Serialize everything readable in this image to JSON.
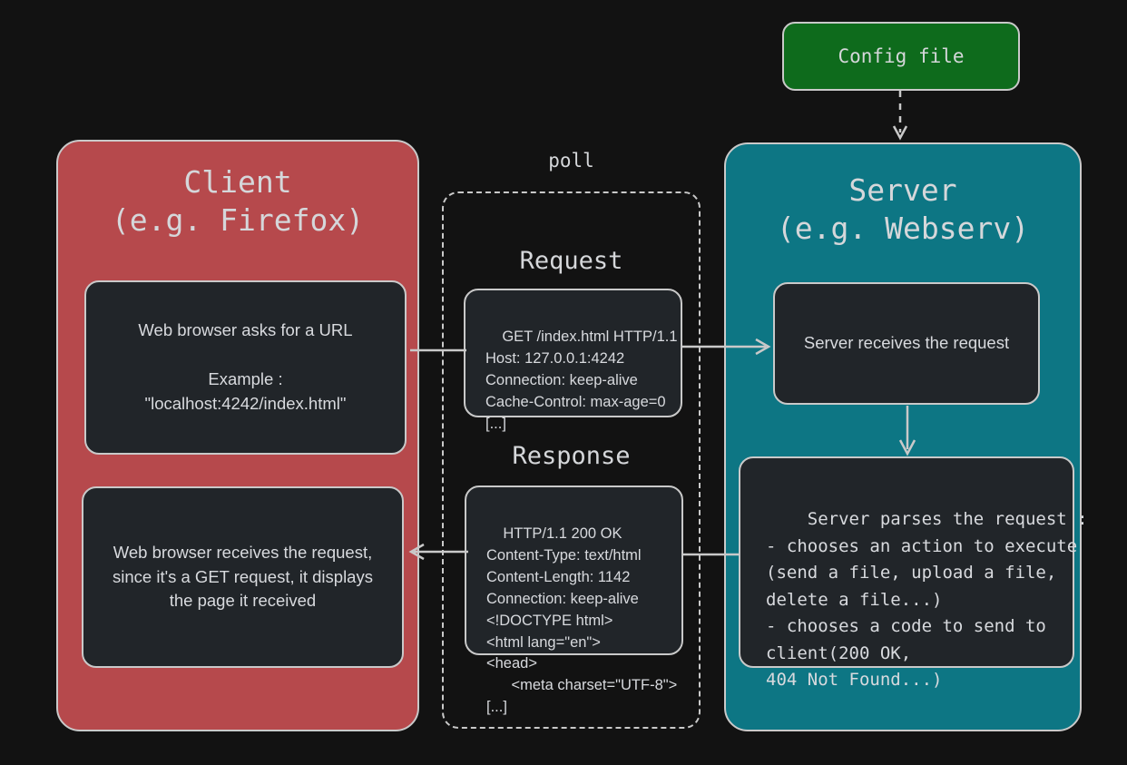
{
  "colors": {
    "background": "#121212",
    "client": "#b6494c",
    "server": "#0d7684",
    "config": "#0e6b1c",
    "card": "#212529",
    "stroke": "#c9c9c9",
    "text": "#d5d7da"
  },
  "config": {
    "label": "Config file"
  },
  "client": {
    "title": "Client\n(e.g. Firefox)",
    "card_1": "Web browser asks for a URL\n\nExample :\n\"localhost:4242/index.html\"",
    "card_2": "Web browser receives the request,\nsince it's a GET request, it displays\nthe page it received"
  },
  "poll": {
    "label": "poll",
    "request_heading": "Request",
    "response_heading": "Response",
    "request_lines": [
      "GET /index.html HTTP/1.1",
      "Host: 127.0.0.1:4242",
      "Connection: keep-alive",
      "Cache-Control: max-age=0",
      "[...]"
    ],
    "response_lines": [
      "HTTP/1.1 200 OK",
      "Content-Type: text/html",
      "Content-Length: 1142",
      "Connection: keep-alive",
      "<!DOCTYPE html>",
      "<html lang=\"en\">",
      "<head>",
      "      <meta charset=\"UTF-8\">",
      "[...]"
    ]
  },
  "server": {
    "title": "Server\n(e.g. Webserv)",
    "card_1": "Server receives the request",
    "card_2_lines": [
      "Server parses the request :",
      "- chooses an action to execute",
      "(send a file, upload a file,",
      "delete a file...)",
      "- chooses a code to send to",
      "client(200 OK,",
      "404 Not Found...)"
    ]
  },
  "arrows": {
    "config_to_server": "dashed-arrow-down",
    "client_to_request": "arrow-right",
    "request_to_server": "arrow-right",
    "server_to_response": "arrow-left",
    "response_to_client": "arrow-left",
    "server_internal": "arrow-down"
  }
}
